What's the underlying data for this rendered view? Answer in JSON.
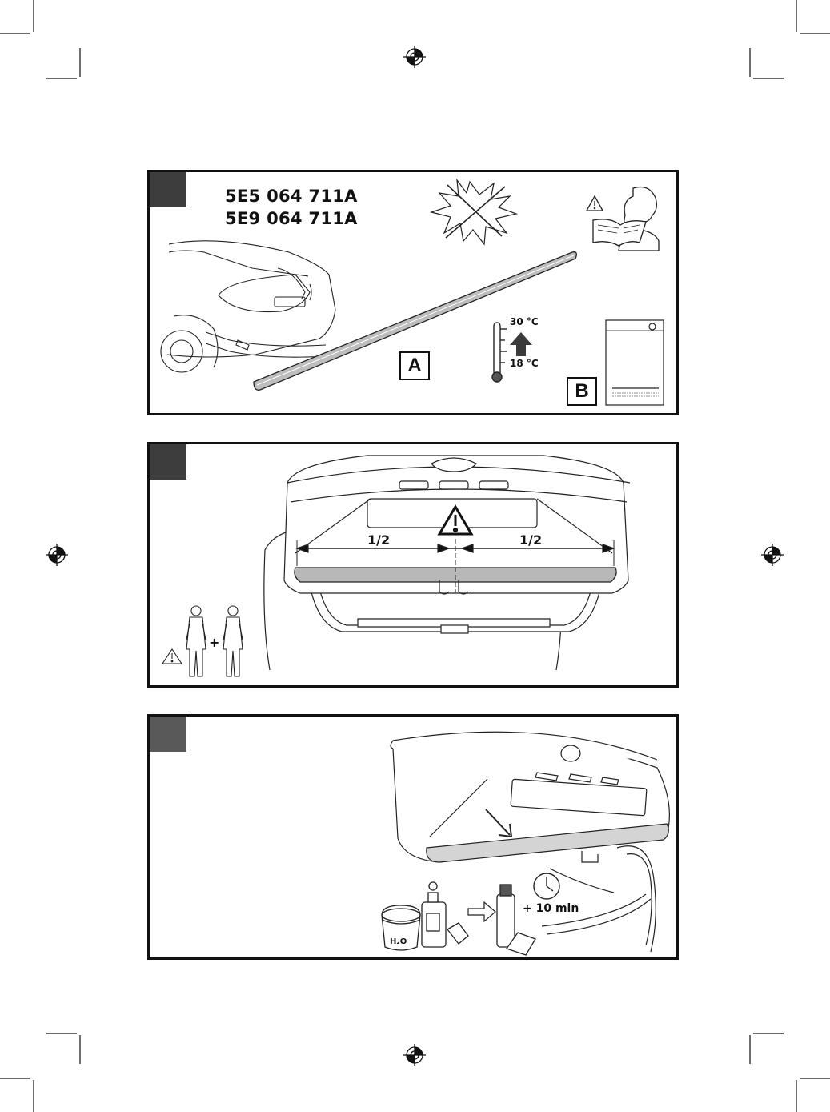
{
  "panel1": {
    "part_numbers": [
      "5E5 064 711A",
      "5E9 064 711A"
    ],
    "label_a": "A",
    "label_b": "B",
    "temp_high": "30 °C",
    "temp_low": "18 °C",
    "icons": [
      "no-sun-icon",
      "read-manual-icon",
      "thermometer-icon",
      "warning-icon"
    ]
  },
  "panel2": {
    "left_fraction": "1/2",
    "right_fraction": "1/2",
    "plus": "+",
    "icons": [
      "warning-icon",
      "two-persons-icon"
    ]
  },
  "panel3": {
    "h2o": "H₂O",
    "wait": "+ 10 min",
    "icons": [
      "bucket-icon",
      "cleaner-bottle-icon",
      "primer-bottle-icon",
      "clock-icon",
      "arrow-icon"
    ]
  },
  "colors": {
    "frame": "#111111",
    "tab": "#3d3d3d",
    "strip": "#b8b8b8",
    "line": "#222222"
  }
}
